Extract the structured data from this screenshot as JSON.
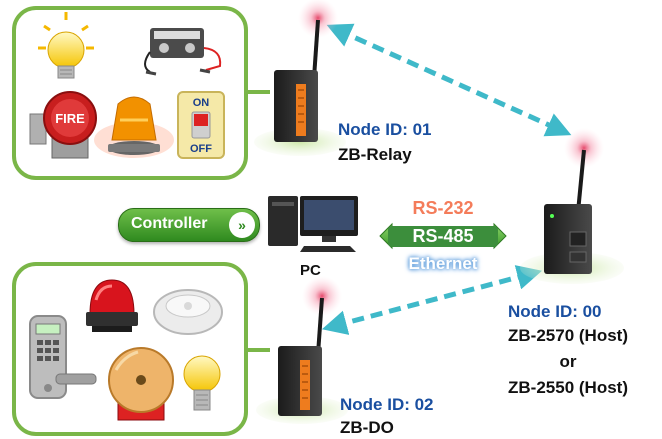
{
  "nodes": {
    "relay": {
      "id_label": "Node ID: 01",
      "name": "ZB-Relay"
    },
    "do": {
      "id_label": "Node ID: 02",
      "name": "ZB-DO"
    },
    "host": {
      "id_label": "Node ID: 00",
      "line1": "ZB-2570 (Host)",
      "line2": "or",
      "line3": "ZB-2550 (Host)"
    }
  },
  "pc": {
    "label": "PC"
  },
  "controller": {
    "label": "Controller",
    "arrow": "»"
  },
  "protocols": {
    "rs232": "RS-232",
    "rs485": "RS-485",
    "ethernet": "Ethernet"
  },
  "icons": {
    "relay_panel": [
      "light-bulb-icon",
      "battery-charger-icon",
      "fire-alarm-icon",
      "warning-beacon-icon",
      "on-off-switch-icon"
    ],
    "on_off_switch": {
      "on": "ON",
      "off": "OFF"
    },
    "fire_alarm": "FIRE",
    "do_panel": [
      "keypad-lock-icon",
      "red-beacon-icon",
      "smoke-detector-icon",
      "alarm-bell-icon",
      "light-bulb-icon"
    ]
  },
  "colors": {
    "panel_border": "#7ab648",
    "node_id": "#1a4fa0",
    "link_dashed": "#3fb9c9",
    "rs232": "#f47c5a",
    "rs485": "#3c8e3c",
    "ethernet": "#6ea7e0"
  }
}
